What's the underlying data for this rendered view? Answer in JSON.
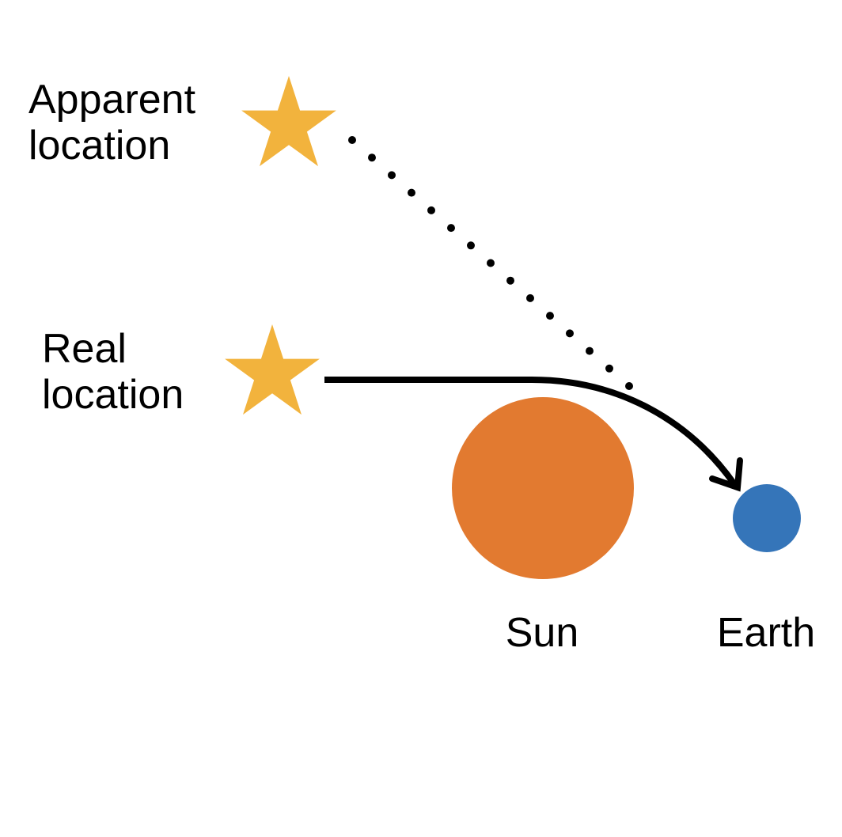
{
  "labels": {
    "apparent_line1": "Apparent",
    "apparent_line2": "location",
    "real_line1": "Real",
    "real_line2": "location",
    "sun": "Sun",
    "earth": "Earth"
  },
  "colors": {
    "star": "#F2B33D",
    "sun": "#E27A30",
    "earth": "#3575B9",
    "line": "#000000",
    "background": "#FFFFFF"
  },
  "icons": {
    "apparent_star": "star-icon",
    "real_star": "star-icon"
  }
}
